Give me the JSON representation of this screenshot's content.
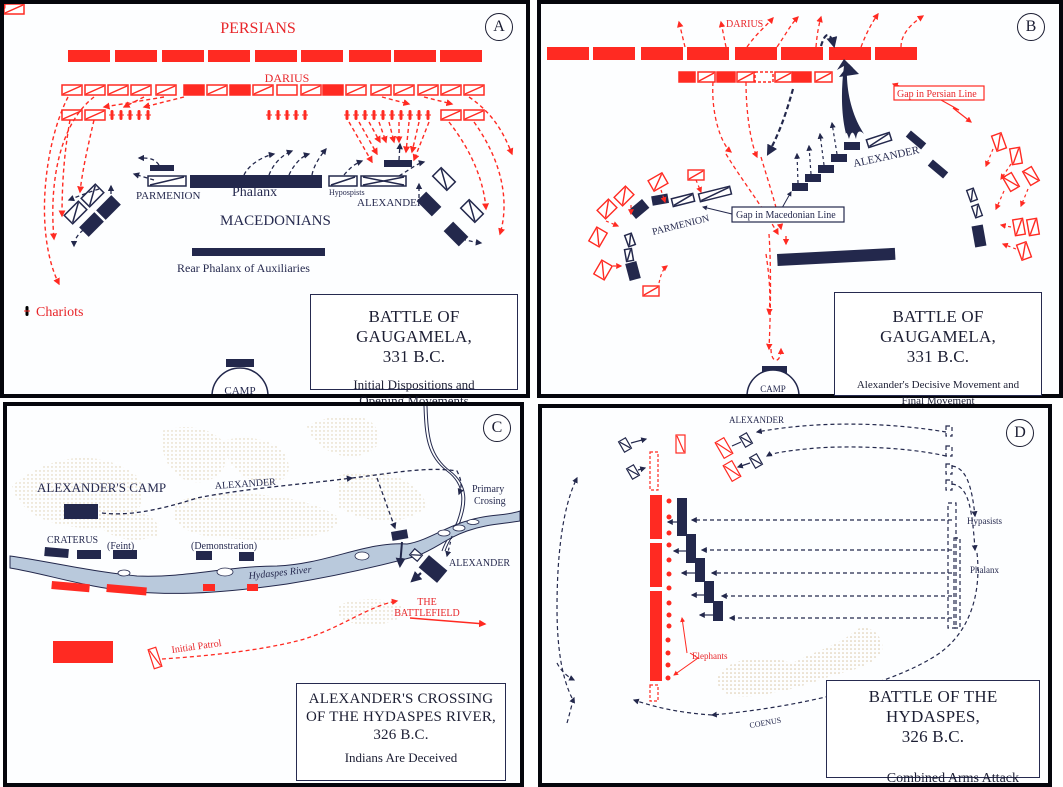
{
  "colors": {
    "persian": "#ff2a22",
    "macedonian": "#23284c",
    "river": "#b9c9dc",
    "terrain": "#d8c6a4",
    "frame": "#05060c"
  },
  "panels": [
    {
      "id": "A",
      "badge": "A",
      "labels": {
        "persians": "PERSIANS",
        "darius": "DARIUS",
        "parmenion": "PARMENION",
        "phalanx": "Phalanx",
        "hypaspists": "Hypospists",
        "alexander": "ALEXANDER",
        "macedonians": "MACEDONIANS",
        "rear_phalanx": "Rear Phalanx of Auxiliaries",
        "chariots_legend": "Chariots",
        "camp": "CAMP"
      },
      "title": {
        "line1": "BATTLE OF GAUGAMELA,",
        "line2": "331 B.C.",
        "sub1": "Initial Dispositions and",
        "sub2": "Opening Movements"
      }
    },
    {
      "id": "B",
      "badge": "B",
      "labels": {
        "darius": "DARIUS",
        "gap_persian": "Gap in Persian Line",
        "alexander": "ALEXANDER",
        "parmenion": "PARMENION",
        "gap_macedonian": "Gap in Macedonian Line",
        "camp": "CAMP"
      },
      "title": {
        "line1": "BATTLE OF GAUGAMELA,",
        "line2": "331 B.C.",
        "sub1": "Alexander's Decisive Movement and",
        "sub2": "Final Movement"
      }
    },
    {
      "id": "C",
      "badge": "C",
      "labels": {
        "camp": "ALEXANDER'S CAMP",
        "alexander_route": "ALEXANDER",
        "craterus": "CRATERUS",
        "feint": "(Feint)",
        "demonstration": "(Demonstration)",
        "river": "Hydaspes   River",
        "primary1": "Primary",
        "primary2": "Crosing",
        "alexander": "ALEXANDER",
        "battlefield1": "THE",
        "battlefield2": "BATTLEFIELD",
        "patrol": "Initial Patrol"
      },
      "title": {
        "line1": "ALEXANDER'S CROSSING",
        "line2": "OF THE HYDASPES RIVER,",
        "line3": "326 B.C.",
        "sub1": "Indians Are Deceived"
      }
    },
    {
      "id": "D",
      "badge": "D",
      "labels": {
        "alexander": "ALEXANDER",
        "hypaspists": "Hypasists",
        "phalanx": "Phalanx",
        "elephants": "Elephants",
        "coenus": "COENUS"
      },
      "title": {
        "line1": "BATTLE OF THE HYDASPES,",
        "line2": "326 B.C.",
        "sub1": "Combined Arms Attack"
      }
    }
  ]
}
